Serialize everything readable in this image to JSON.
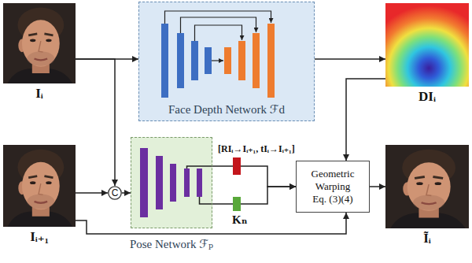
{
  "diagram": {
    "nodes": [
      {
        "text": [
          "Iᵢ"
        ]
      },
      {
        "text": [
          "Face Depth Network ℱd"
        ]
      },
      {
        "text": [
          "DIᵢ"
        ]
      },
      {
        "text": [
          "Iᵢ₊₁"
        ]
      },
      {
        "text": [
          "C"
        ]
      },
      {
        "text": [
          "Pose Network ℱₚ"
        ]
      },
      {
        "text": [
          "[RIᵢ→Iᵢ₊₁, tIᵢ→Iᵢ₊₁]"
        ]
      },
      {
        "text": [
          "Geometric Warping Eq. (3)(4)"
        ]
      },
      {
        "text": [
          "Kₙ"
        ]
      },
      {
        "text": [
          "Ĩᵢ"
        ]
      }
    ],
    "edges": [
      {
        "from": 0,
        "to": 1,
        "arrow": "to"
      },
      {
        "from": 1,
        "to": 2,
        "arrow": "to"
      },
      {
        "from": 0,
        "to": 4,
        "arrow": "to"
      },
      {
        "from": 3,
        "to": 4,
        "arrow": "to"
      },
      {
        "from": 4,
        "to": 5,
        "arrow": "to"
      },
      {
        "from": 5,
        "to": 6,
        "arrow": "none"
      },
      {
        "from": 5,
        "to": 8,
        "arrow": "none"
      },
      {
        "from": 6,
        "to": 7,
        "arrow": "to"
      },
      {
        "from": 8,
        "to": 7,
        "arrow": "to"
      },
      {
        "from": 2,
        "to": 7,
        "arrow": "to"
      },
      {
        "from": 3,
        "to": 7,
        "arrow": "to"
      },
      {
        "from": 7,
        "to": 9,
        "arrow": "to"
      }
    ]
  }
}
